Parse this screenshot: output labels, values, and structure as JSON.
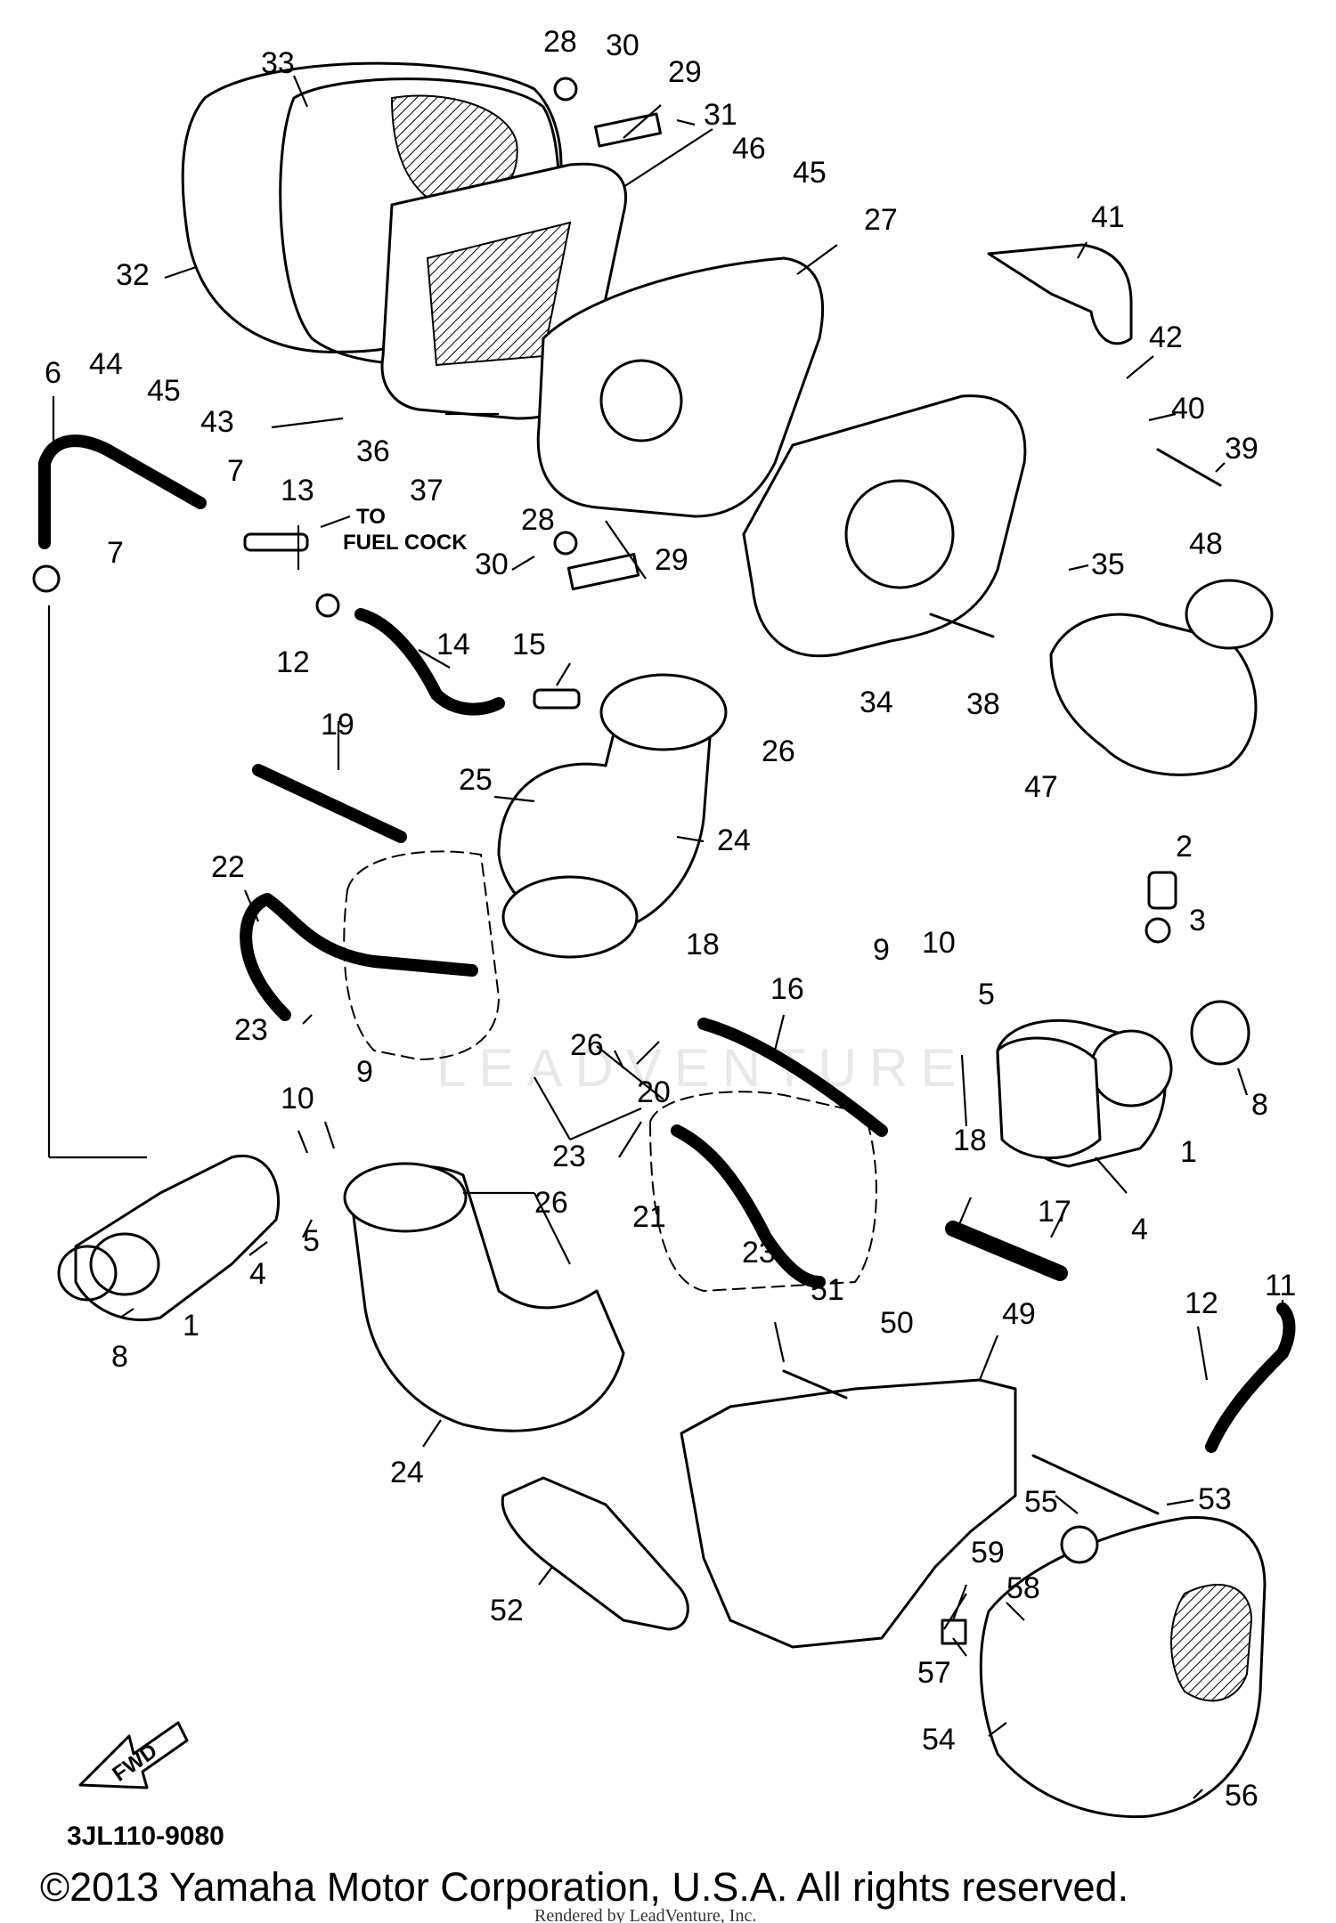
{
  "diagram": {
    "title": "",
    "callouts": {
      "c1a": "1",
      "c1b": "1",
      "c2": "2",
      "c3": "3",
      "c4a": "4",
      "c4b": "4",
      "c5a": "5",
      "c5b": "5",
      "c6": "6",
      "c7a": "7",
      "c7b": "7",
      "c8a": "8",
      "c8b": "8",
      "c9a": "9",
      "c9b": "9",
      "c10a": "10",
      "c10b": "10",
      "c11": "11",
      "c12a": "12",
      "c12b": "12",
      "c13": "13",
      "c14": "14",
      "c15": "15",
      "c16": "16",
      "c17": "17",
      "c18a": "18",
      "c18b": "18",
      "c19": "19",
      "c20": "20",
      "c21": "21",
      "c22": "22",
      "c23a": "23",
      "c23b": "23",
      "c23c": "23",
      "c24a": "24",
      "c24b": "24",
      "c25": "25",
      "c26a": "26",
      "c26b": "26",
      "c26c": "26",
      "c27": "27",
      "c28a": "28",
      "c28b": "28",
      "c29a": "29",
      "c29b": "29",
      "c30a": "30",
      "c30b": "30",
      "c31": "31",
      "c32": "32",
      "c33": "33",
      "c34": "34",
      "c35": "35",
      "c36": "36",
      "c37": "37",
      "c38": "38",
      "c39": "39",
      "c40": "40",
      "c41": "41",
      "c42": "42",
      "c43": "43",
      "c44": "44",
      "c45a": "45",
      "c45b": "45",
      "c46": "46",
      "c47": "47",
      "c48": "48",
      "c49": "49",
      "c50": "50",
      "c51": "51",
      "c52": "52",
      "c53": "53",
      "c54": "54",
      "c55": "55",
      "c56": "56",
      "c57": "57",
      "c58": "58",
      "c59": "59"
    },
    "fuel_note_line1": "TO",
    "fuel_note_line2": "FUEL COCK",
    "fwd_label": "FWD",
    "part_code": "3JL110-9080",
    "watermark": "LEADVENTURE",
    "copyright": "©2013 Yamaha Motor Corporation, U.S.A. All rights reserved.",
    "rendered_by": "Rendered by LeadVenture, Inc."
  }
}
